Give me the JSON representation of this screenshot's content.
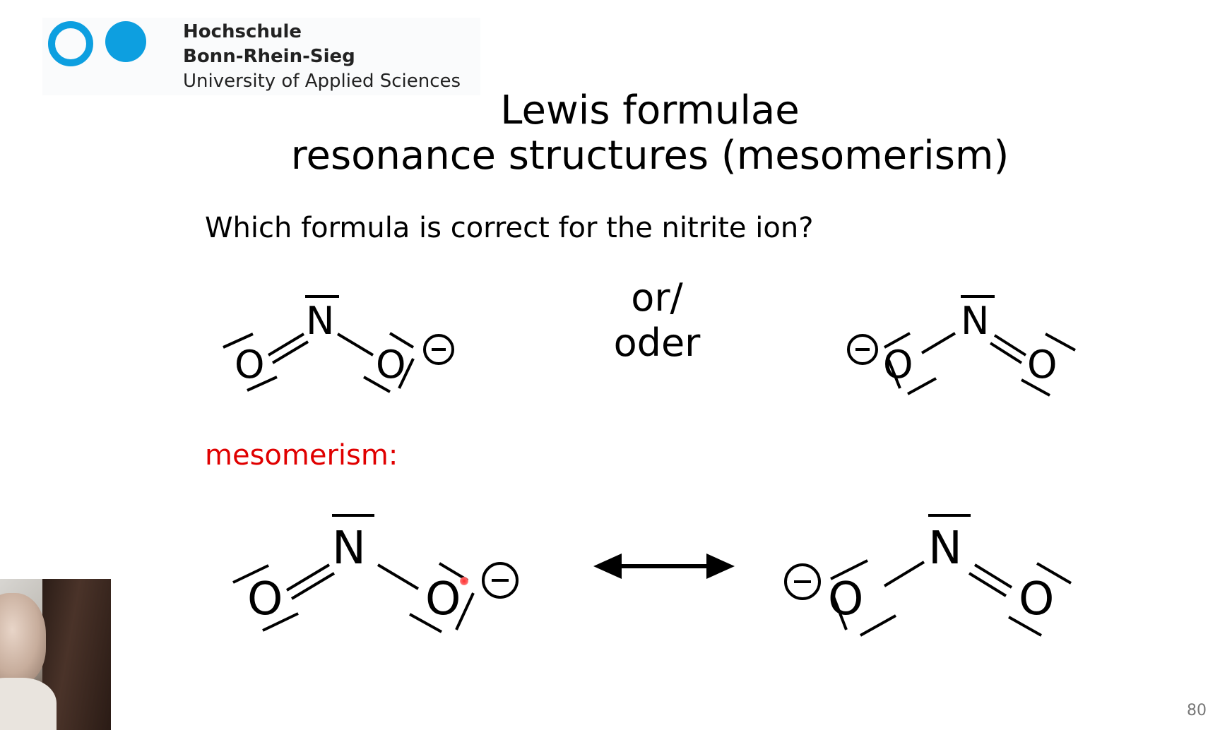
{
  "header": {
    "logo_name": "hbrs-logo",
    "uni_line1": "Hochschule",
    "uni_line2": "Bonn-Rhein-Sieg",
    "uni_line3": "University of Applied Sciences",
    "brand_color": "#0d9fe0"
  },
  "title": {
    "line1": "Lewis formulae",
    "line2": "resonance structures (mesomerism)"
  },
  "question": "Which formula is correct for the nitrite ion?",
  "separator": {
    "line1": "or/",
    "line2": "oder"
  },
  "mesomerism_label": "mesomerism:",
  "mesomerism_label_color": "#e00000",
  "atoms": {
    "nitrogen": "N",
    "oxygen": "O",
    "charge": "−"
  },
  "page_number": "80"
}
